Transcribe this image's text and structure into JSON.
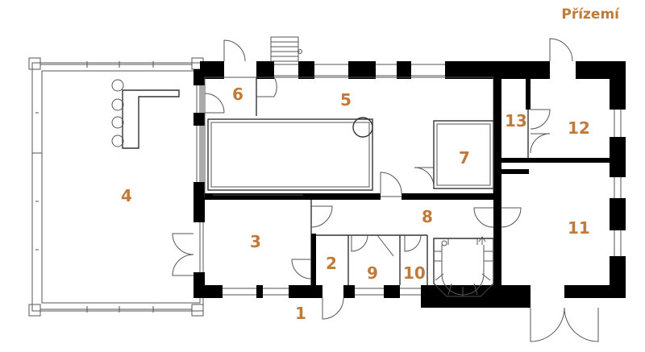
{
  "title": "Přízemí",
  "colors": {
    "accent": "#c07a3a",
    "wall": "#000000",
    "line": "#555555"
  },
  "rooms": [
    {
      "id": "r1",
      "label": "1"
    },
    {
      "id": "r2",
      "label": "2"
    },
    {
      "id": "r3",
      "label": "3"
    },
    {
      "id": "r4",
      "label": "4"
    },
    {
      "id": "r5",
      "label": "5"
    },
    {
      "id": "r6",
      "label": "6"
    },
    {
      "id": "r7",
      "label": "7"
    },
    {
      "id": "r8",
      "label": "8"
    },
    {
      "id": "r9",
      "label": "9"
    },
    {
      "id": "r10",
      "label": "10"
    },
    {
      "id": "r11",
      "label": "11"
    },
    {
      "id": "r12",
      "label": "12"
    },
    {
      "id": "r13",
      "label": "13"
    }
  ]
}
